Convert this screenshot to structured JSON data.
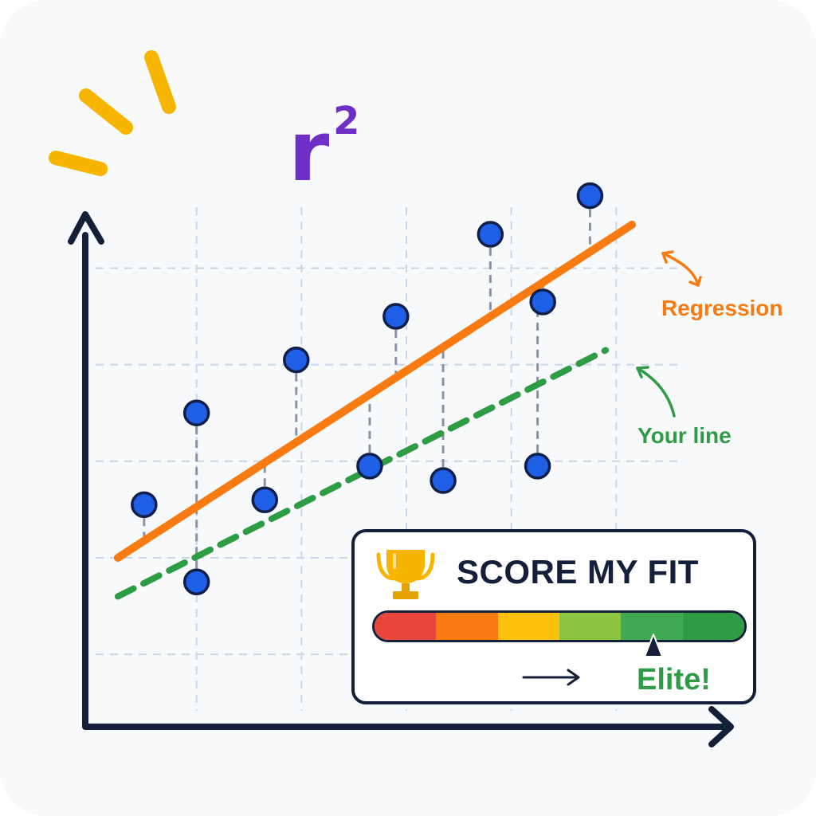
{
  "decoration": {
    "r_squared_base": "r",
    "r_squared_exponent": "2",
    "burst_color": "#f7b500",
    "r_squared_color": "#6d2fc6"
  },
  "chart_data": {
    "type": "scatter",
    "title": "",
    "xlabel": "",
    "ylabel": "",
    "grid": true,
    "xlim": [
      0,
      12
    ],
    "ylim": [
      0,
      12
    ],
    "points": [
      {
        "x": 1.0,
        "y": 4.6
      },
      {
        "x": 2.0,
        "y": 6.5
      },
      {
        "x": 2.0,
        "y": 3.0
      },
      {
        "x": 3.3,
        "y": 4.7
      },
      {
        "x": 3.9,
        "y": 7.6
      },
      {
        "x": 5.3,
        "y": 5.4
      },
      {
        "x": 5.8,
        "y": 8.5
      },
      {
        "x": 6.7,
        "y": 5.1
      },
      {
        "x": 7.6,
        "y": 10.2
      },
      {
        "x": 8.5,
        "y": 5.4
      },
      {
        "x": 8.6,
        "y": 8.8
      },
      {
        "x": 9.5,
        "y": 11.0
      }
    ],
    "series": [
      {
        "name": "Regression",
        "color": "#f77b10",
        "style": "solid",
        "x": [
          0.5,
          10.3
        ],
        "y": [
          3.5,
          10.4
        ]
      },
      {
        "name": "Your line",
        "color": "#2e9b45",
        "style": "dashed",
        "x": [
          0.5,
          9.8
        ],
        "y": [
          2.7,
          7.8
        ]
      }
    ],
    "residuals_to": "Regression",
    "point_color": "#1f5fe6",
    "axis_color": "#14203a"
  },
  "score_card": {
    "title": "SCORE MY FIT",
    "trophy_icon": "trophy-icon",
    "scale_colors": [
      "#e8463a",
      "#f77b10",
      "#fbc10d",
      "#8cc540",
      "#40a954",
      "#2e9b45"
    ],
    "score_fraction": 0.75,
    "arrow_icon": "right-arrow-icon",
    "rating": "Elite!"
  }
}
